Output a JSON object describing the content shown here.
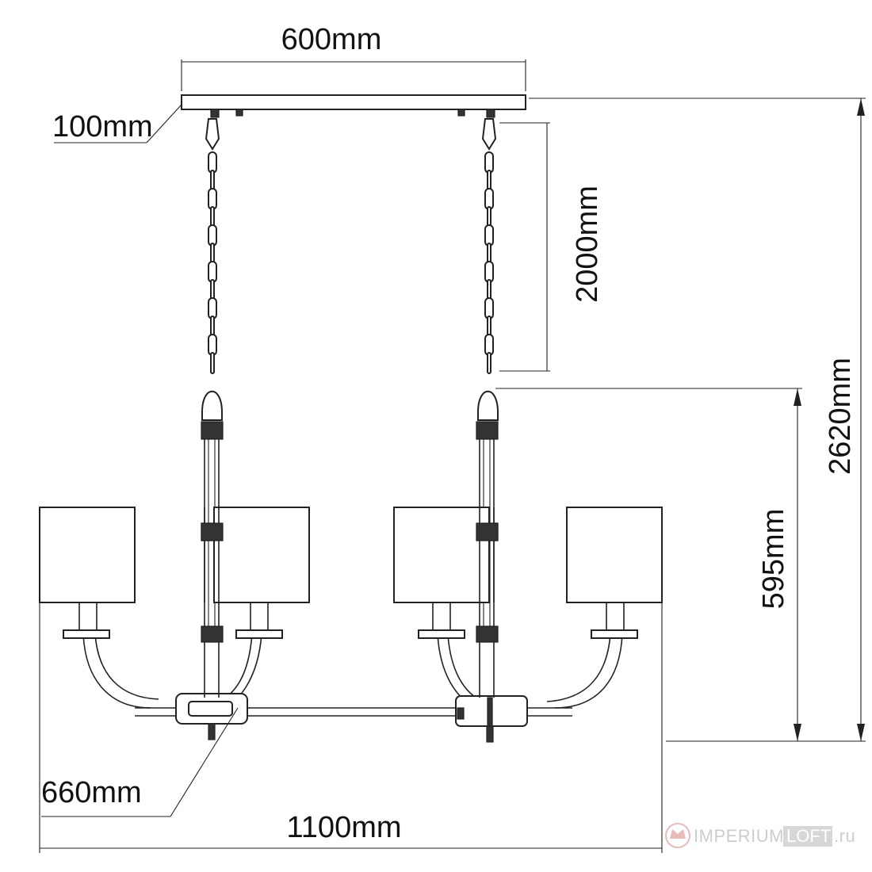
{
  "dimensions": {
    "canopy_width": "600mm",
    "canopy_depth": "100mm",
    "chain_length": "2000mm",
    "total_height": "2620mm",
    "fixture_height": "595mm",
    "arm_diameter": "660mm",
    "total_width": "1100mm"
  },
  "watermark": {
    "prefix": "IMPERIUM",
    "boxed": "LOFT",
    "suffix": ".ru"
  },
  "colors": {
    "line": "#222222",
    "watermark": "#c8c8c8"
  }
}
